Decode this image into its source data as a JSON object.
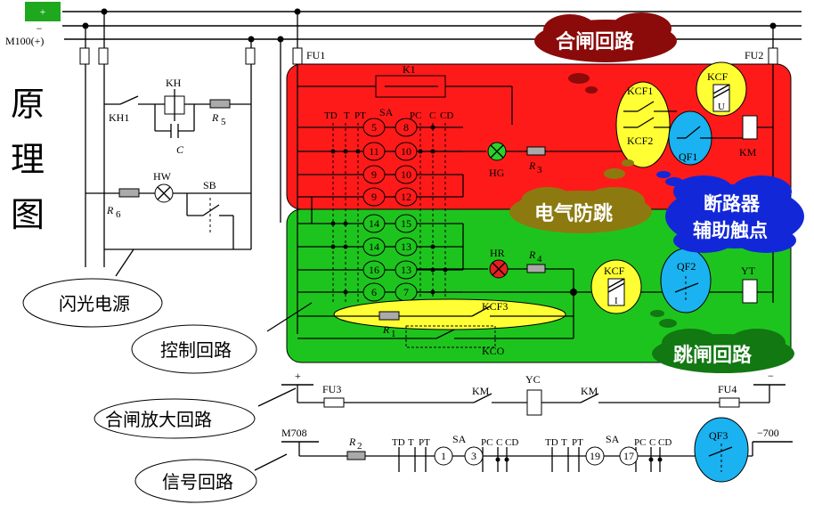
{
  "bus": {
    "plus": "+",
    "minus": "−",
    "m100": "M100(+)"
  },
  "fuses": {
    "fu1": "FU1",
    "fu2": "FU2",
    "fu3": "FU3",
    "fu4": "FU4"
  },
  "side_title": [
    "原",
    "理",
    "图"
  ],
  "left_circuit": {
    "kh": "KH",
    "kh1": "KH1",
    "c": "C",
    "r5": "R",
    "r5_sub": "5",
    "hw": "HW",
    "sb": "SB",
    "r6": "R",
    "r6_sub": "6"
  },
  "sa_block": {
    "k1": "K1",
    "sa": "SA",
    "left_heads": [
      "TD",
      "T",
      "PT"
    ],
    "right_heads": [
      "PC",
      "C",
      "CD"
    ],
    "left_terms": [
      "5",
      "11",
      "9",
      "9",
      "14",
      "14",
      "16",
      "6"
    ],
    "right_terms": [
      "8",
      "10",
      "10",
      "12",
      "15",
      "13",
      "13",
      "7"
    ]
  },
  "red_zone": {
    "hg": "HG",
    "r3": "R",
    "r3_sub": "3",
    "kcf1": "KCF1",
    "kcf2": "KCF2",
    "kcf": "KCF",
    "kcf_u": "U",
    "qf1": "QF1",
    "km": "KM"
  },
  "green_zone": {
    "hr": "HR",
    "r4": "R",
    "r4_sub": "4",
    "kcf": "KCF",
    "kcf_i": "I",
    "qf2": "QF2",
    "yt": "YT",
    "kcf3": "KCF3",
    "r1": "R",
    "r1_sub": "1",
    "kco": "KCO"
  },
  "clouds": {
    "close_loop": "合闸回路",
    "anti_jump": "电气防跳",
    "breaker_aux_1": "断路器",
    "breaker_aux_2": "辅助触点",
    "trip_loop": "跳闸回路"
  },
  "callouts": {
    "flash_power": "闪光电源",
    "control_loop": "控制回路",
    "close_amp_loop": "合闸放大回路",
    "signal_loop": "信号回路"
  },
  "close_amp": {
    "plus": "+",
    "minus": "−",
    "km_left": "KM",
    "yc": "YC",
    "km_right": "KM"
  },
  "signal": {
    "m708": "M708",
    "r2": "R",
    "r2_sub": "2",
    "minus700": "−700",
    "qf3": "QF3",
    "heads_1": [
      "TD",
      "T",
      "PT"
    ],
    "sa_1": "SA",
    "heads_2": [
      "PC",
      "C",
      "CD"
    ],
    "heads_3": [
      "TD",
      "T",
      "PT"
    ],
    "sa_2": "SA",
    "heads_4": [
      "PC",
      "C",
      "CD"
    ],
    "terms": [
      "1",
      "3",
      "19",
      "17"
    ]
  },
  "colors": {
    "red_zone": "#ff1a1a",
    "green_zone": "#1ec41e",
    "yellow": "#ffff33",
    "cyan": "#1ab2f0",
    "dark_red_cloud": "#8b0a0a",
    "olive_cloud": "#8c7a10",
    "blue_cloud": "#1228d8",
    "green_cloud": "#127812",
    "bus_badge": "#1ea81e"
  },
  "icons": [
    "lamp-cross-icon",
    "coil-icon",
    "contact-icon",
    "resistor-icon"
  ]
}
